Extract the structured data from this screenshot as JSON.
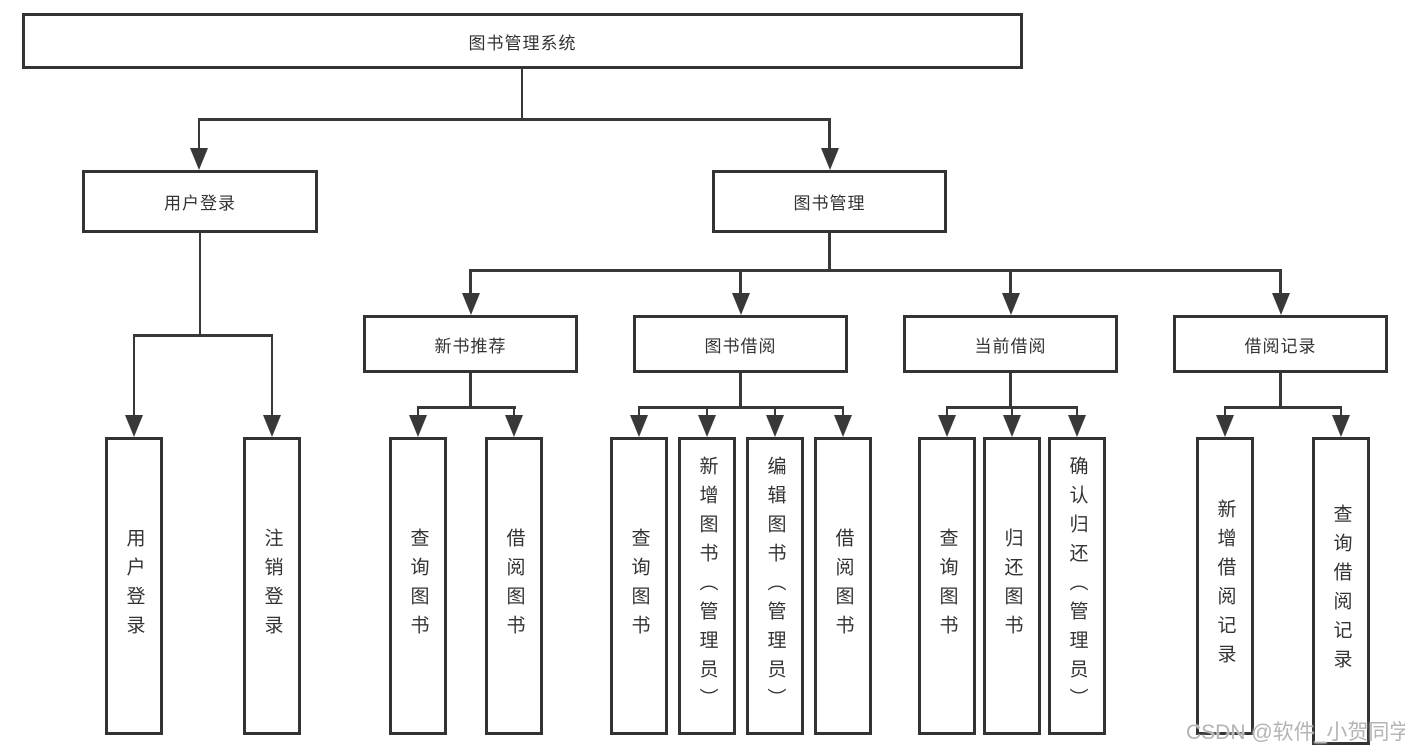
{
  "diagram": {
    "root": {
      "label": "图书管理系统",
      "children": [
        {
          "label": "用户登录",
          "children": [
            {
              "label": "用户登录"
            },
            {
              "label": "注销登录"
            }
          ]
        },
        {
          "label": "图书管理",
          "children": [
            {
              "label": "新书推荐",
              "children": [
                {
                  "label": "查询图书"
                },
                {
                  "label": "借阅图书"
                }
              ]
            },
            {
              "label": "图书借阅",
              "children": [
                {
                  "label": "查询图书"
                },
                {
                  "label": "新增图书（管理员）"
                },
                {
                  "label": "编辑图书（管理员）"
                },
                {
                  "label": "借阅图书"
                }
              ]
            },
            {
              "label": "当前借阅",
              "children": [
                {
                  "label": "查询图书"
                },
                {
                  "label": "归还图书"
                },
                {
                  "label": "确认归还（管理员）"
                }
              ]
            },
            {
              "label": "借阅记录",
              "children": [
                {
                  "label": "新增借阅记录"
                },
                {
                  "label": "查询借阅记录"
                }
              ]
            }
          ]
        }
      ]
    }
  },
  "watermark": {
    "text": "CSDN @软件_小贺同学"
  },
  "colors": {
    "line": "#383838",
    "box_border": "#333333",
    "text": "#333333",
    "box_background": "#ffffff",
    "watermark_text": "#b4b4b4"
  }
}
